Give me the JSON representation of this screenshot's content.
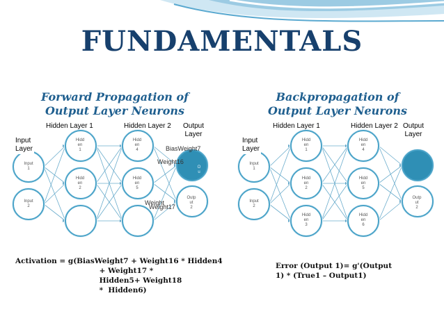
{
  "title": "FUNDAMENTALS",
  "colors": {
    "title": "#17406d",
    "subtitle": "#1f5f8f",
    "node_stroke": "#4aa3c8",
    "output_fill": "#2f8fb5",
    "edge": "#6aaccc"
  },
  "left": {
    "subtitle_line1": "Forward Propagation of",
    "subtitle_line2": "Output Layer Neurons",
    "hidden_layer_1": "Hidden Layer 1",
    "hidden_layer_2": "Hidden Layer 2",
    "output_layer_1": "Output",
    "output_layer_2": "Layer",
    "input_layer_1": "Input",
    "input_layer_2": "Layer",
    "node_input1": "Input\n1",
    "node_input2": "Input\n2",
    "node_hidden1": "Hidd\nen\n1",
    "node_hidden2": "Hidd\nen\n2",
    "node_hidden4": "Hidd\nen\n4",
    "node_hidden5": "Hidd\nen\n5",
    "node_output1": "O\nu",
    "node_output2": "Outp\nut\n2",
    "bias_weight": "BiasWeight7",
    "weight16": "Weight16",
    "weight_a": "Weight",
    "weight17": "Weight17",
    "equation": "Activation = g(BiasWeight7 + Weight16 * Hidden4\n                                 + Weight17 *\n                                 Hidden5+ Weight18\n                                 *  Hidden6)"
  },
  "right": {
    "subtitle_line1": "Backpropagation of",
    "subtitle_line2": "Output Layer Neurons",
    "hidden_layer_1": "Hidden Layer 1",
    "hidden_layer_2": "Hidden Layer 2",
    "output_layer_1": "Output",
    "output_layer_2": "Layer",
    "input_layer_1": "Input",
    "input_layer_2": "Layer",
    "node_input1": "Input\n1",
    "node_input2": "Input\n2",
    "node_hidden1": "Hidd\nen\n1",
    "node_hidden2": "Hidd\nen\n2",
    "node_hidden3": "Hidd\nen\n3",
    "node_hidden4": "Hidd\nen\n4",
    "node_hidden5": "Hidd\nen\n5",
    "node_hidden6": "Hidd\nen\n6",
    "node_output2": "Outp\nut\n2",
    "equation": "Error (Output 1)= g'(Output\n1) * (True1 – Output1)"
  }
}
